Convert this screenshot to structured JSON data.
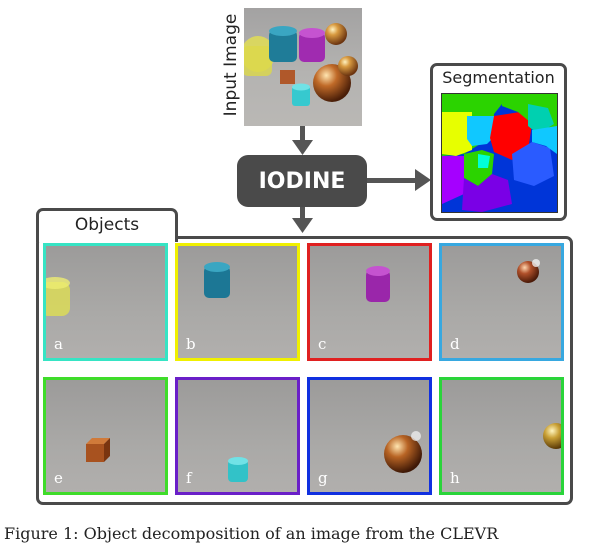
{
  "input": {
    "label": "Input Image"
  },
  "model": {
    "label": "IODINE"
  },
  "segmentation": {
    "title": "Segmentation",
    "colors": [
      "#0035d8",
      "#2bd300",
      "#e7ff00",
      "#ff0000",
      "#a500ff",
      "#10c8ff",
      "#00ffd6",
      "#2a5bff"
    ]
  },
  "objects": {
    "title": "Objects",
    "cells": [
      {
        "letter": "a",
        "border": "#36e4c4"
      },
      {
        "letter": "b",
        "border": "#f0f000"
      },
      {
        "letter": "c",
        "border": "#e02020"
      },
      {
        "letter": "d",
        "border": "#37a8e0"
      },
      {
        "letter": "e",
        "border": "#3fdc2a"
      },
      {
        "letter": "f",
        "border": "#6a1fc8"
      },
      {
        "letter": "g",
        "border": "#1030e0"
      },
      {
        "letter": "h",
        "border": "#2ad43a"
      }
    ]
  },
  "caption": "Figure 1: Object decomposition of an image from the CLEVR"
}
